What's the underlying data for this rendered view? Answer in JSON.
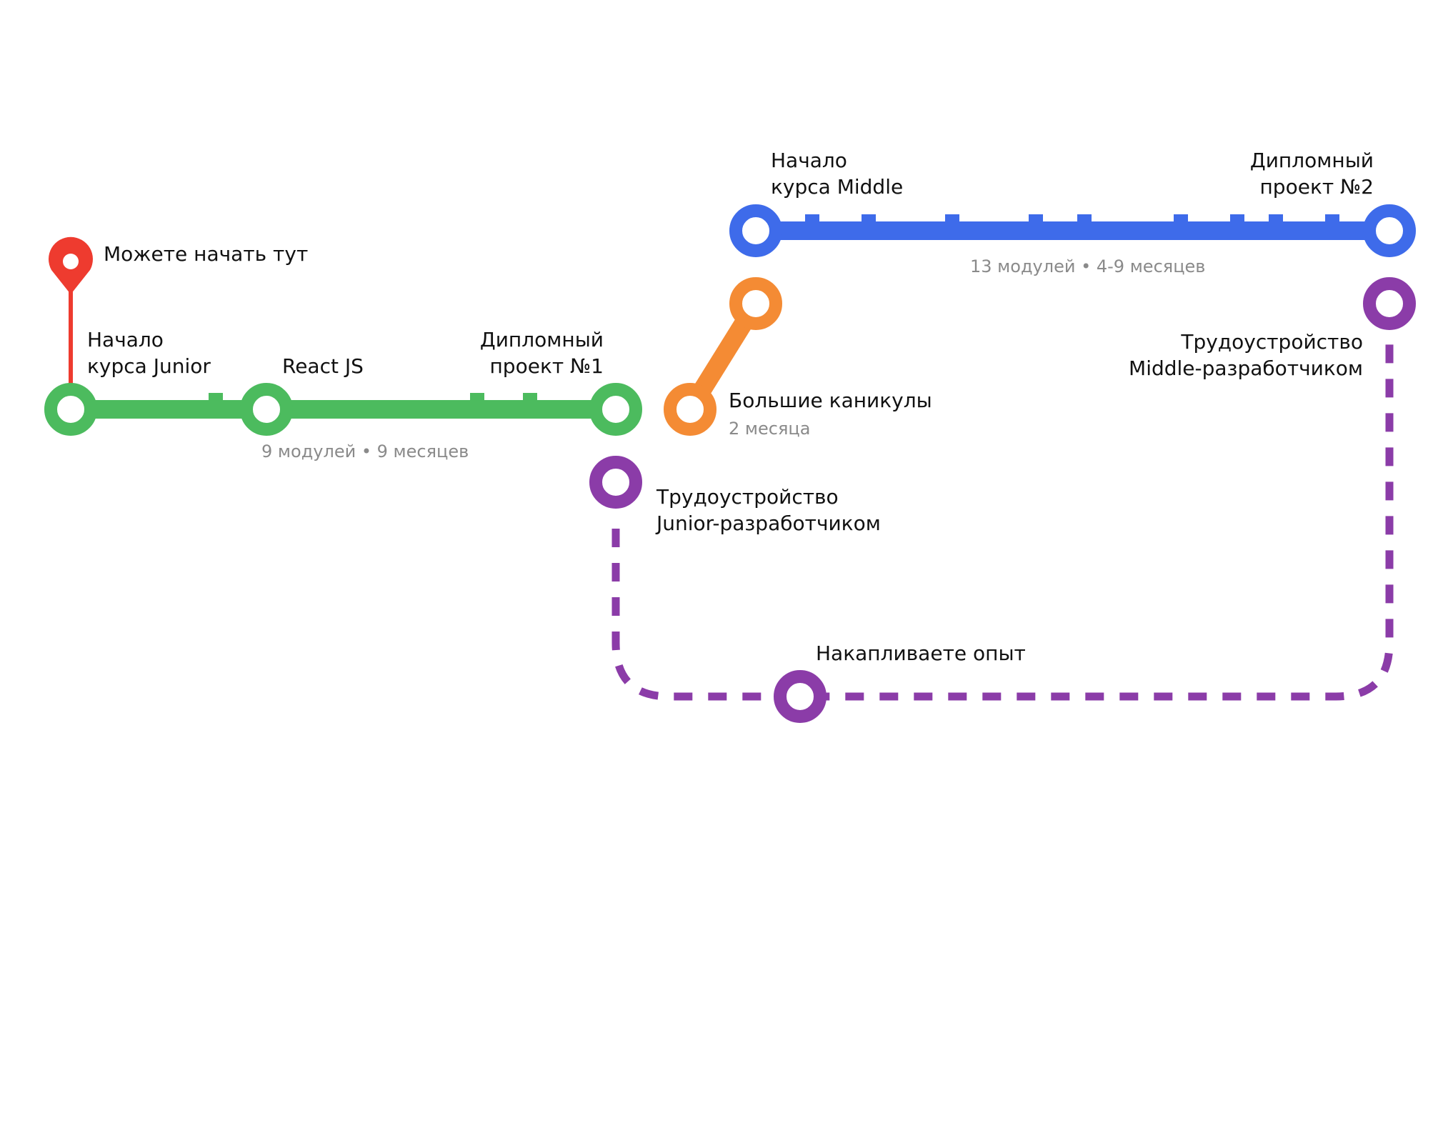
{
  "colors": {
    "start": "#EE3B2F",
    "junior": "#4CBB5E",
    "vacation": "#F48B34",
    "middle": "#3E6BEA",
    "job": "#8B3CA8",
    "text": "#111111",
    "muted": "#8a8a8a"
  },
  "icons": {
    "start_pin": "map-pin-icon",
    "station": "station-circle-icon"
  },
  "labels": {
    "start_here": "Можете начать тут",
    "junior_start": [
      "Начало",
      "курса Junior"
    ],
    "react": "React JS",
    "diploma1": [
      "Дипломный",
      "проект №1"
    ],
    "junior_meta": "9 модулей • 9 месяцев",
    "vacation": "Большие каникулы",
    "vacation_meta": "2 месяца",
    "junior_job": [
      "Трудоустройство",
      "Junior-разработчиком"
    ],
    "middle_start": [
      "Начало",
      "курса Middle"
    ],
    "diploma2": [
      "Дипломный",
      "проект №2"
    ],
    "middle_meta": "13 модулей • 4-9 месяцев",
    "middle_job": [
      "Трудоустройство",
      "Middle-разработчиком"
    ],
    "experience": "Накапливаете опыт"
  }
}
